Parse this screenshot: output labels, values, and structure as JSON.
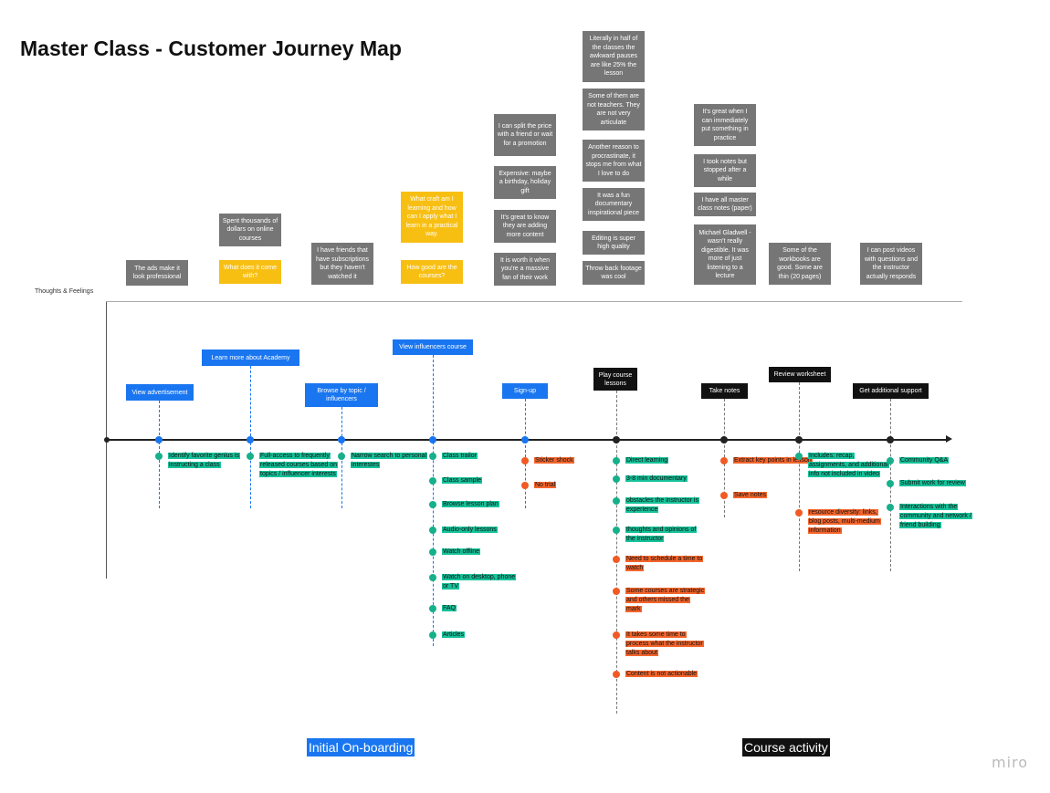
{
  "title": "Master Class - Customer Journey Map",
  "thoughts_label": "Thoughts & Feelings",
  "colors": {
    "blue": "#1976f0",
    "black": "#111111",
    "teal": "#16c29a",
    "orange": "#f4652c",
    "gray_sticky": "#767676",
    "yellow_sticky": "#f8bf13"
  },
  "stickies": [
    {
      "text": "The ads make it look professional",
      "color": "gray"
    },
    {
      "text": "Spent thousands of dollars on online courses",
      "color": "gray"
    },
    {
      "text": "What does it come with?",
      "color": "yellow"
    },
    {
      "text": "I have friends that have subscriptions but they haven't watched it",
      "color": "gray"
    },
    {
      "text": "What craft am I learning and how can I apply what I learn in a practical way.",
      "color": "yellow"
    },
    {
      "text": "How good are the courses?",
      "color": "yellow"
    },
    {
      "text": "I can split the price with a friend or wait for a promotion",
      "color": "gray"
    },
    {
      "text": "Expensive: maybe a birthday, holiday gift",
      "color": "gray"
    },
    {
      "text": "It's great to know they are adding more content",
      "color": "gray"
    },
    {
      "text": "It is worth it when you're a massive fan of their work",
      "color": "gray"
    },
    {
      "text": "Literally in half of the classes the awkward pauses are like 25% the lesson",
      "color": "gray"
    },
    {
      "text": "Some of them are not teachers. They are not very articulate",
      "color": "gray"
    },
    {
      "text": "Another reason to procrastinate, it stops me from what I love to do",
      "color": "gray"
    },
    {
      "text": "It was a fun documentary inspirational piece",
      "color": "gray"
    },
    {
      "text": "Editing is super high quality",
      "color": "gray"
    },
    {
      "text": "Throw back footage was cool",
      "color": "gray"
    },
    {
      "text": "It's great when I can immediately put something in practice",
      "color": "gray"
    },
    {
      "text": "I took notes but stopped after a while",
      "color": "gray"
    },
    {
      "text": "I have all master class notes (paper)",
      "color": "gray"
    },
    {
      "text": "Michael Gladwell - wasn't really digestible. It was more of just listening to a lecture",
      "color": "gray"
    },
    {
      "text": "Some of the workbooks are good. Some are thin (20 pages)",
      "color": "gray"
    },
    {
      "text": "I can post videos with questions and the instructor actually responds",
      "color": "gray"
    }
  ],
  "stages": [
    {
      "label": "View advertisement",
      "color": "blue",
      "items": [
        {
          "text": "Identify favorite genius is instructing a class",
          "type": "teal"
        }
      ]
    },
    {
      "label": "Learn more about Academy",
      "color": "blue",
      "items": [
        {
          "text": "Full-access to frequently released courses based on topics / influencer interests",
          "type": "teal"
        }
      ]
    },
    {
      "label": "Browse by topic / influencers",
      "color": "blue",
      "items": [
        {
          "text": "Narrow search to personal interestes",
          "type": "teal"
        }
      ]
    },
    {
      "label": "View influencers course",
      "color": "blue",
      "items": [
        {
          "text": "Class trailor",
          "type": "teal"
        },
        {
          "text": "Class sample",
          "type": "teal"
        },
        {
          "text": "Browse lesson plan",
          "type": "teal"
        },
        {
          "text": "Audio-only lessons",
          "type": "teal"
        },
        {
          "text": "Watch offline",
          "type": "teal"
        },
        {
          "text": "Watch on desktop, phone or TV",
          "type": "teal"
        },
        {
          "text": "FAQ",
          "type": "teal"
        },
        {
          "text": "Articles",
          "type": "teal"
        }
      ]
    },
    {
      "label": "Sign-up",
      "color": "blue",
      "items": [
        {
          "text": "Sticker shock",
          "type": "orange"
        },
        {
          "text": "No trial",
          "type": "orange"
        }
      ]
    },
    {
      "label": "Play course lessons",
      "color": "black",
      "items": [
        {
          "text": "Direct learning",
          "type": "teal"
        },
        {
          "text": "3-8 min documentary",
          "type": "teal"
        },
        {
          "text": "obstacles the instructor is experience",
          "type": "teal"
        },
        {
          "text": "thoughts and opinions of the instructor",
          "type": "teal"
        },
        {
          "text": "Need to schedule a time to watch",
          "type": "orange"
        },
        {
          "text": "Some courses are strategic and others missed the mark",
          "type": "orange"
        },
        {
          "text": "It takes some time to process what the instructor talks about",
          "type": "orange"
        },
        {
          "text": "Content is not actionable",
          "type": "orange"
        }
      ]
    },
    {
      "label": "Take notes",
      "color": "black",
      "items": [
        {
          "text": "Extract key points in lesson",
          "type": "orange"
        },
        {
          "text": "Save notes",
          "type": "orange"
        }
      ]
    },
    {
      "label": "Review worksheet",
      "color": "black",
      "items": [
        {
          "text": "Includes: recap, assignments, and additional info not included in video",
          "type": "teal"
        },
        {
          "text": "resource diversity: links, blog posts, multi-medium information",
          "type": "orange"
        }
      ]
    },
    {
      "label": "Get additional support",
      "color": "black",
      "items": [
        {
          "text": "Community Q&A",
          "type": "teal"
        },
        {
          "text": "Submit work for review",
          "type": "teal"
        },
        {
          "text": "Interactions with the community and network / friend building",
          "type": "teal"
        }
      ]
    }
  ],
  "sections": [
    {
      "label": "Initial On-boarding",
      "color": "blue"
    },
    {
      "label": "Course activity",
      "color": "black"
    }
  ],
  "watermark": "miro"
}
